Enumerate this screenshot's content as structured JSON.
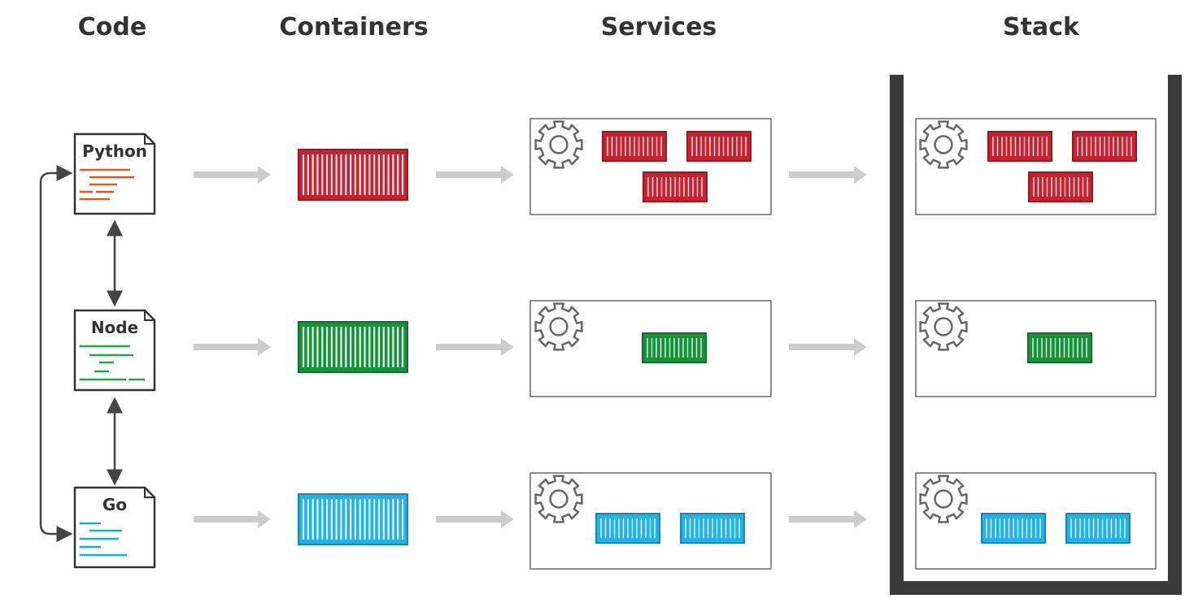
{
  "headings": {
    "code": "Code",
    "containers": "Containers",
    "services": "Services",
    "stack": "Stack"
  },
  "files": [
    {
      "label": "Python",
      "color": "#e05a1e",
      "icon": "python-file-icon"
    },
    {
      "label": "Node",
      "color": "#1ea845",
      "icon": "node-file-icon"
    },
    {
      "label": "Go",
      "color": "#1aa8e0",
      "icon": "go-file-icon"
    }
  ],
  "rows": [
    {
      "name": "python",
      "container_color": "#c72230",
      "service_replicas": 3,
      "stack_replicas": 3
    },
    {
      "name": "node",
      "container_color": "#16923a",
      "service_replicas": 1,
      "stack_replicas": 1
    },
    {
      "name": "go",
      "container_color": "#23b2e8",
      "service_replicas": 2,
      "stack_replicas": 2
    }
  ],
  "colors": {
    "arrow": "#cccccc",
    "text": "#333333",
    "stack_frame": "#3a3a3a",
    "gear": "#666666",
    "connector": "#444444"
  }
}
